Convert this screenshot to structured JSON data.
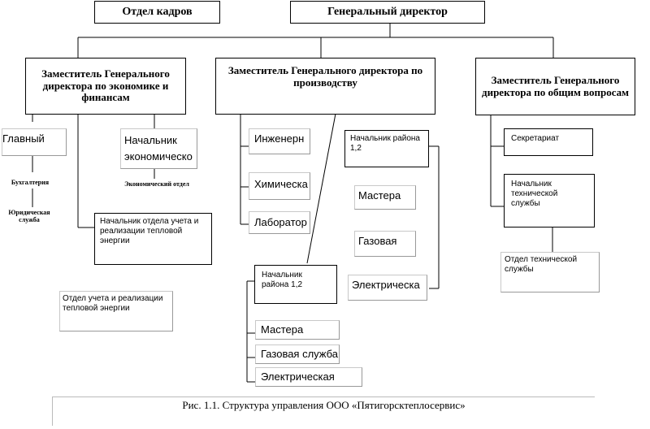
{
  "top": {
    "hr": "Отдел кадров",
    "ceo": "Генеральный директор"
  },
  "deputies": {
    "economy": "Заместитель Генерального директора по экономике и финансам",
    "production": "Заместитель Генерального директора по производству",
    "general": "Заместитель Генерального директора по общим вопросам"
  },
  "economy": {
    "chief": "Главный",
    "head_econ": "Начальник экономическо",
    "accounting": "Бухгалтерия",
    "legal": "Юридическая служба",
    "econ_dept": "Экономический отдел",
    "head_accounting_dept": "Начальник отдела учета и реализации тепловой энергии",
    "accounting_dept": "Отдел учета и реализации тепловой энергии"
  },
  "production": {
    "engineer": "Инженерн",
    "chemical": "Химическа",
    "laboratory": "Лаборатор",
    "district_head_a": "Начальник района 1,2",
    "masters_a": "Мастера",
    "gas_a": "Газовая",
    "electric_a": "Электрическа",
    "district_head_b": "Начальник района 1,2",
    "masters_b": "Мастера",
    "gas_b": "Газовая служба",
    "electric_b": "Электрическая"
  },
  "general": {
    "secretariat": "Секретариат",
    "head_tech": "Начальник технической службы",
    "tech_dept": "Отдел технической службы"
  },
  "caption": "Рис. 1.1. Структура управления ООО «Пятигорсктеплосервис»"
}
